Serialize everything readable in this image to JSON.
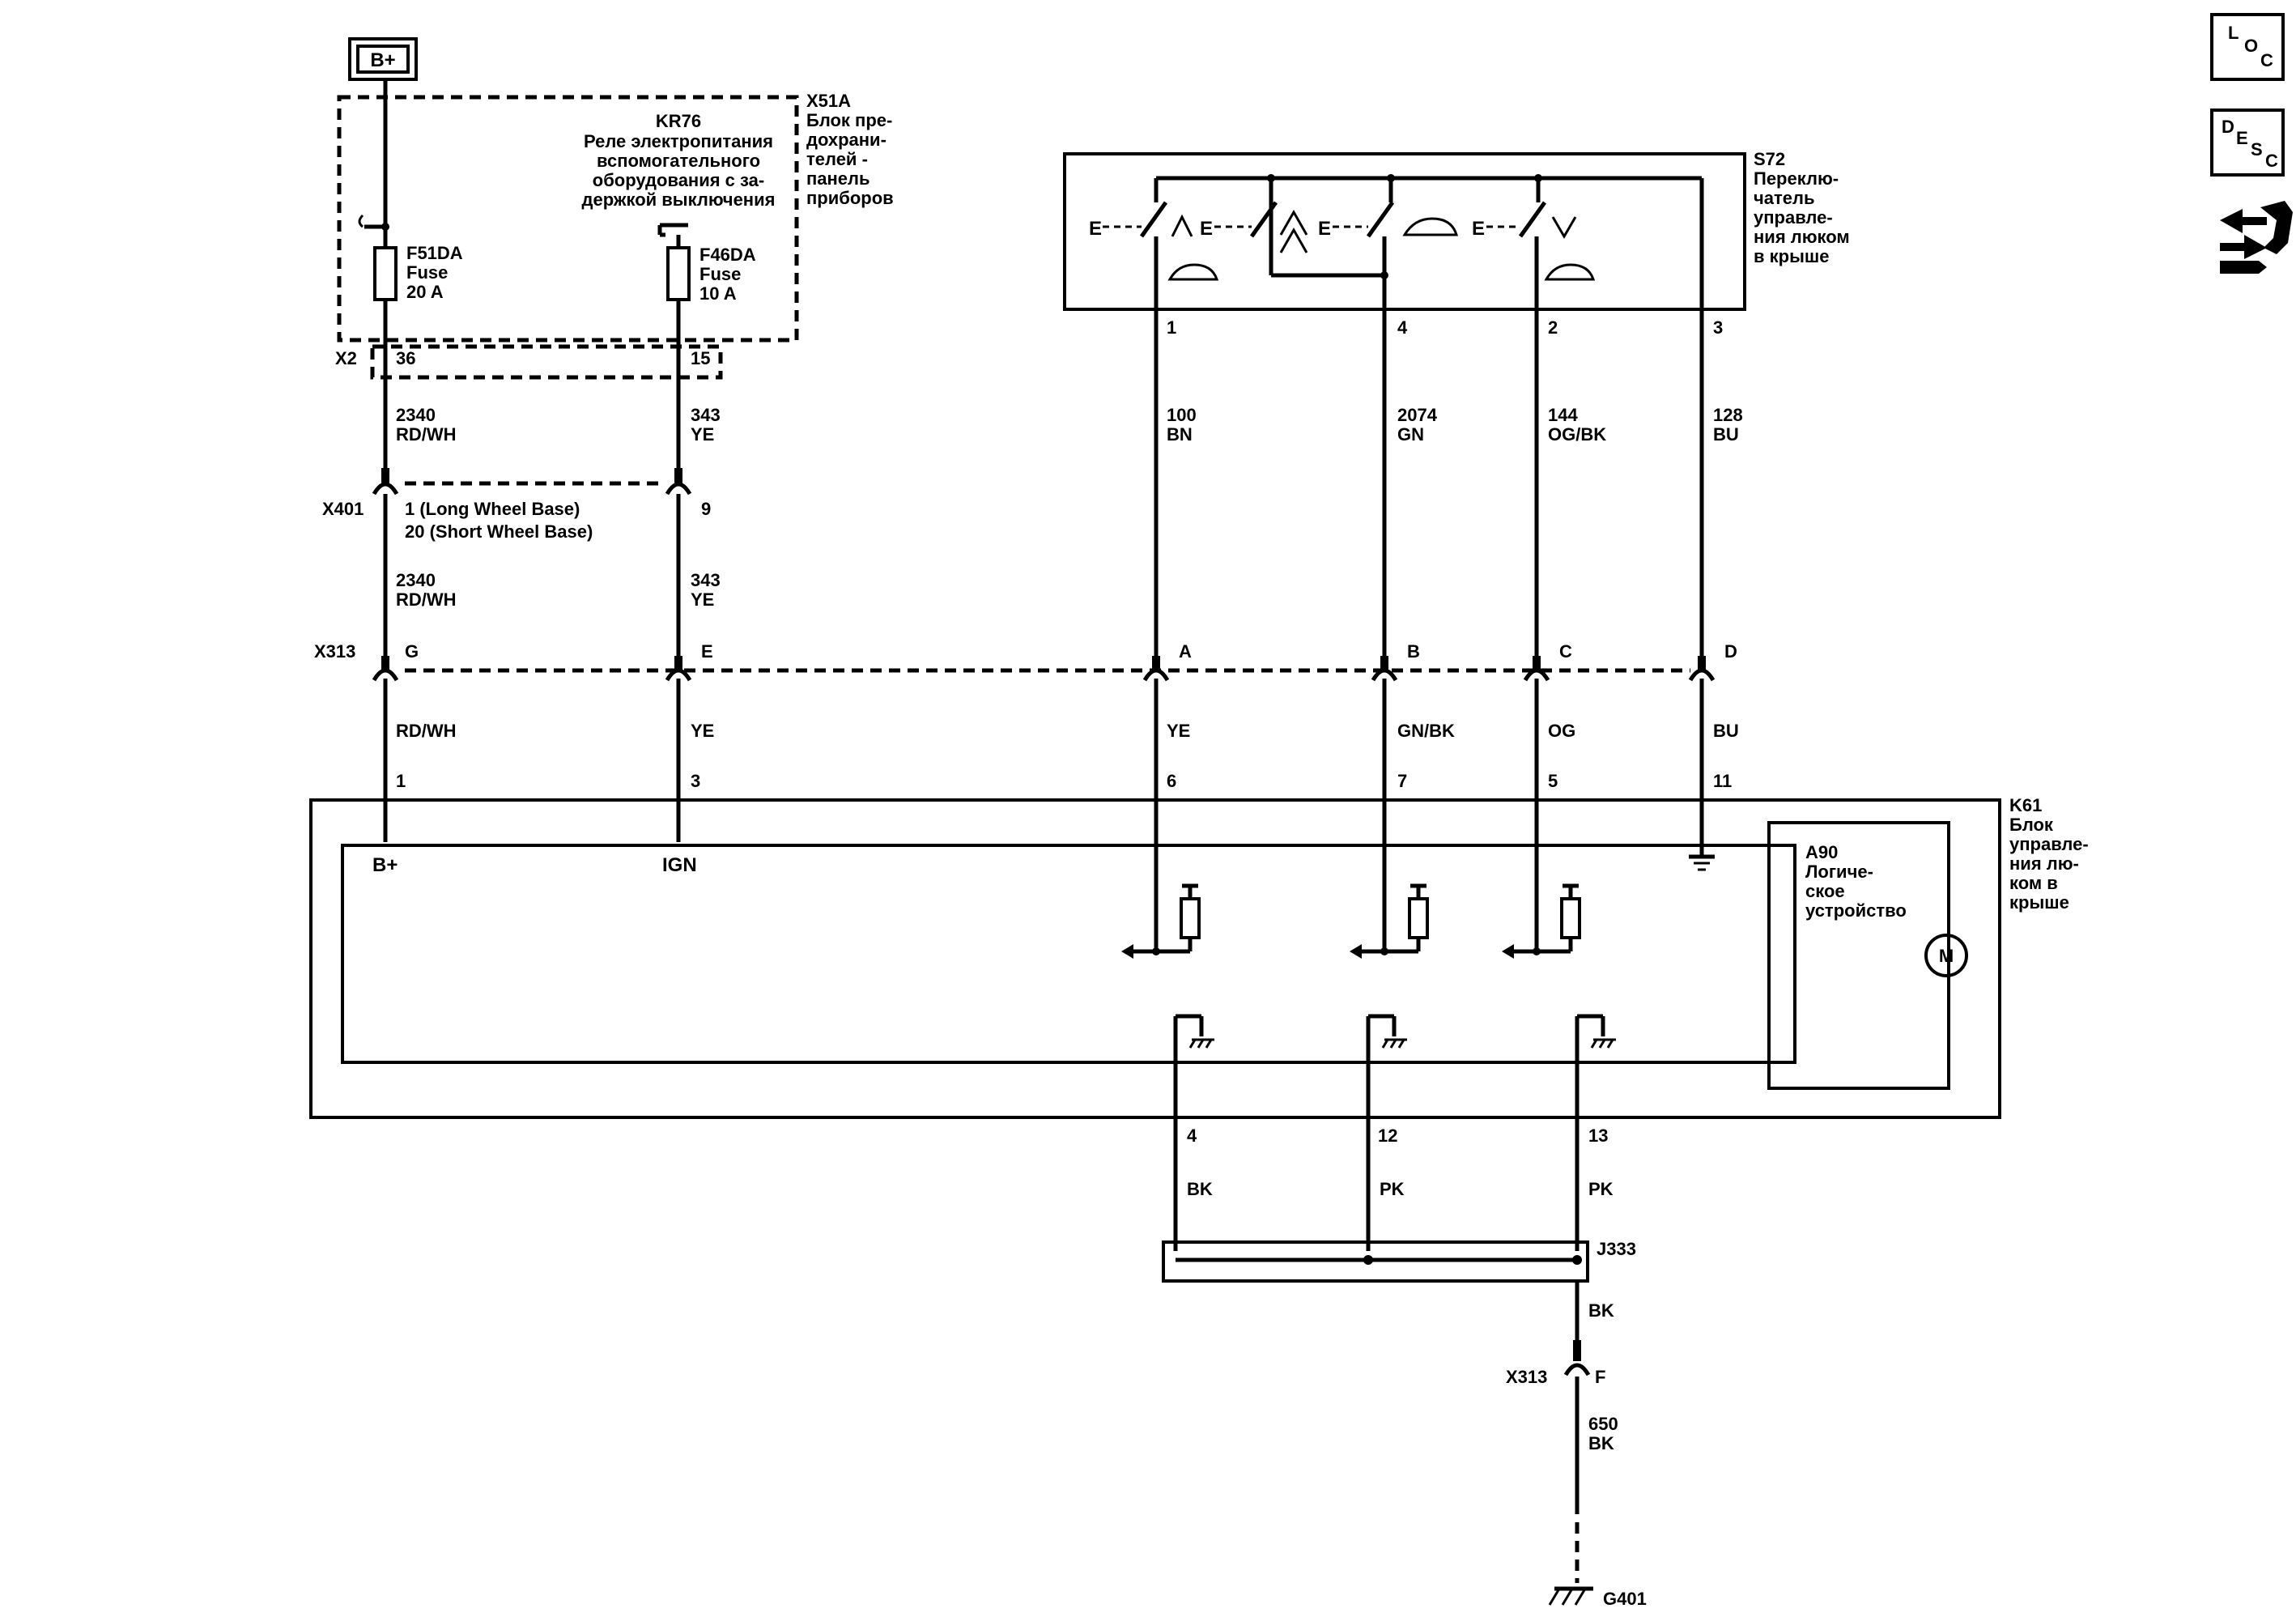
{
  "power": {
    "source": "B+"
  },
  "fuse_block": {
    "id": "X51A",
    "name_lines": [
      "Блок пре-",
      "дохрани-",
      "телей -",
      "панель",
      "приборов"
    ],
    "relay": {
      "id": "KR76",
      "name_lines": [
        "Реле электропитания",
        "вспомогательного",
        "оборудования с за-",
        "держкой выключения"
      ]
    },
    "fuse1": {
      "id": "F51DA",
      "type": "Fuse",
      "rating": "20 A"
    },
    "fuse2": {
      "id": "F46DA",
      "type": "Fuse",
      "rating": "10 A"
    },
    "connector": {
      "id": "X2",
      "pin1": "36",
      "pin2": "15"
    }
  },
  "switch": {
    "id": "S72",
    "name_lines": [
      "Переклю-",
      "чатель",
      "управле-",
      "ния люком",
      "в крыше"
    ],
    "pins": [
      "1",
      "4",
      "2",
      "3"
    ]
  },
  "wires_upper": [
    {
      "circuit": "2340",
      "color": "RD/WH"
    },
    {
      "circuit": "343",
      "color": "YE"
    },
    {
      "circuit": "100",
      "color": "BN"
    },
    {
      "circuit": "2074",
      "color": "GN"
    },
    {
      "circuit": "144",
      "color": "OG/BK"
    },
    {
      "circuit": "128",
      "color": "BU"
    }
  ],
  "x401": {
    "id": "X401",
    "pin1_lines": [
      "1 (Long Wheel Base)",
      "20 (Short Wheel Base)"
    ],
    "pin2": "9"
  },
  "wires_mid": [
    {
      "circuit": "2340",
      "color": "RD/WH"
    },
    {
      "circuit": "343",
      "color": "YE"
    }
  ],
  "x313": {
    "id": "X313",
    "pins": [
      "G",
      "E",
      "A",
      "B",
      "C",
      "D"
    ]
  },
  "wires_lower": [
    "RD/WH",
    "YE",
    "YE",
    "GN/BK",
    "OG",
    "BU"
  ],
  "module": {
    "id": "K61",
    "name_lines": [
      "Блок",
      "управле-",
      "ния лю-",
      "ком в",
      "крыше"
    ],
    "pins_top": [
      "1",
      "3",
      "6",
      "7",
      "5",
      "11"
    ],
    "label_bplus": "B+",
    "label_ign": "IGN",
    "logic": {
      "id": "A90",
      "name_lines": [
        "Логиче-",
        "ское",
        "устройство"
      ]
    },
    "motor": "M",
    "pins_bottom": [
      "4",
      "12",
      "13"
    ]
  },
  "ground_wires": [
    "BK",
    "PK",
    "PK"
  ],
  "splice": {
    "id": "J333",
    "out_color": "BK"
  },
  "x313_bottom": {
    "id": "X313",
    "pin": "F"
  },
  "ground_wire": {
    "circuit": "650",
    "color": "BK"
  },
  "ground": {
    "id": "G401"
  },
  "side_icons": {
    "loc": [
      "L",
      "O",
      "C"
    ],
    "desc": [
      "D",
      "E",
      "S",
      "C"
    ]
  }
}
